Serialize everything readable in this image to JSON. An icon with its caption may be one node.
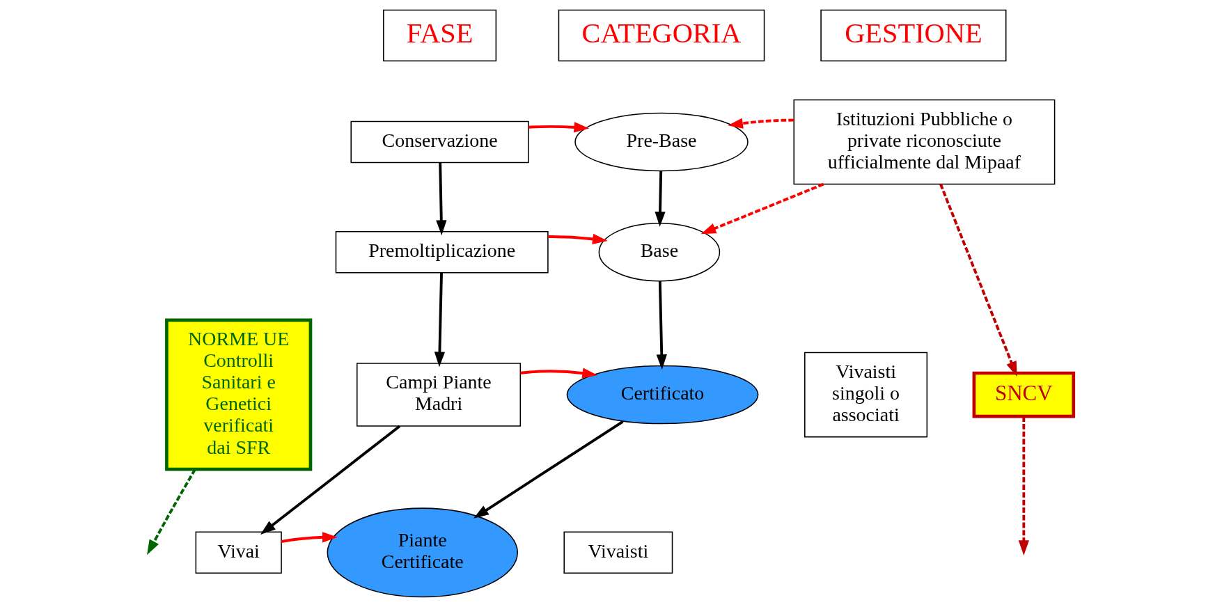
{
  "diagram": {
    "nodes": [
      {
        "text": [
          "FASE"
        ]
      },
      {
        "text": [
          "CATEGORIA"
        ]
      },
      {
        "text": [
          "GESTIONE"
        ]
      },
      {
        "text": [
          "NORME UE Controlli Sanitari e Genetici verificati dai SFR"
        ]
      },
      {
        "text": [
          "Conservazione"
        ]
      },
      {
        "text": [
          "Pre-Base"
        ]
      },
      {
        "text": [
          "Istituzioni Pubbliche o private riconosciute ufficialmente dal Mipaaf"
        ]
      },
      {
        "text": [
          "Premoltiplicazione"
        ]
      },
      {
        "text": [
          "Base"
        ]
      },
      {
        "text": [
          "Campi Piante Madri"
        ]
      },
      {
        "text": [
          "Certificato"
        ]
      },
      {
        "text": [
          "Vivaisti singoli o associati"
        ]
      },
      {
        "text": [
          "SNCV"
        ]
      },
      {
        "text": [
          "Vivai"
        ]
      },
      {
        "text": [
          "Piante Certificate"
        ]
      },
      {
        "text": [
          "Vivaisti"
        ]
      }
    ],
    "edges": [
      {
        "from": 4,
        "to": 5,
        "arrow": "to",
        "color": "#ff0000"
      },
      {
        "from": 4,
        "to": 7,
        "arrow": "to",
        "color": "#000000"
      },
      {
        "from": 5,
        "to": 8,
        "arrow": "to",
        "color": "#000000"
      },
      {
        "from": 6,
        "to": 5,
        "arrow": "to",
        "style": "dashed",
        "color": "#ff0000"
      },
      {
        "from": 6,
        "to": 8,
        "arrow": "to",
        "style": "dashed",
        "color": "#ff0000"
      },
      {
        "from": 7,
        "to": 8,
        "arrow": "to",
        "color": "#ff0000"
      },
      {
        "from": 7,
        "to": 9,
        "arrow": "to",
        "color": "#000000"
      },
      {
        "from": 8,
        "to": 10,
        "arrow": "to",
        "color": "#000000"
      },
      {
        "from": 6,
        "to": 12,
        "arrow": "to",
        "style": "dashed",
        "color": "#c00000"
      },
      {
        "from": 9,
        "to": 10,
        "arrow": "to",
        "color": "#ff0000"
      },
      {
        "from": 9,
        "to": 13,
        "arrow": "to",
        "color": "#000000"
      },
      {
        "from": 10,
        "to": 14,
        "arrow": "to",
        "color": "#000000"
      },
      {
        "from": 13,
        "to": 14,
        "arrow": "to",
        "color": "#ff0000"
      },
      {
        "from": 3,
        "to": null,
        "arrow": "to",
        "style": "dashed",
        "color": "#006600"
      },
      {
        "from": 12,
        "to": null,
        "arrow": "to",
        "style": "dashed",
        "color": "#c00000"
      }
    ]
  }
}
